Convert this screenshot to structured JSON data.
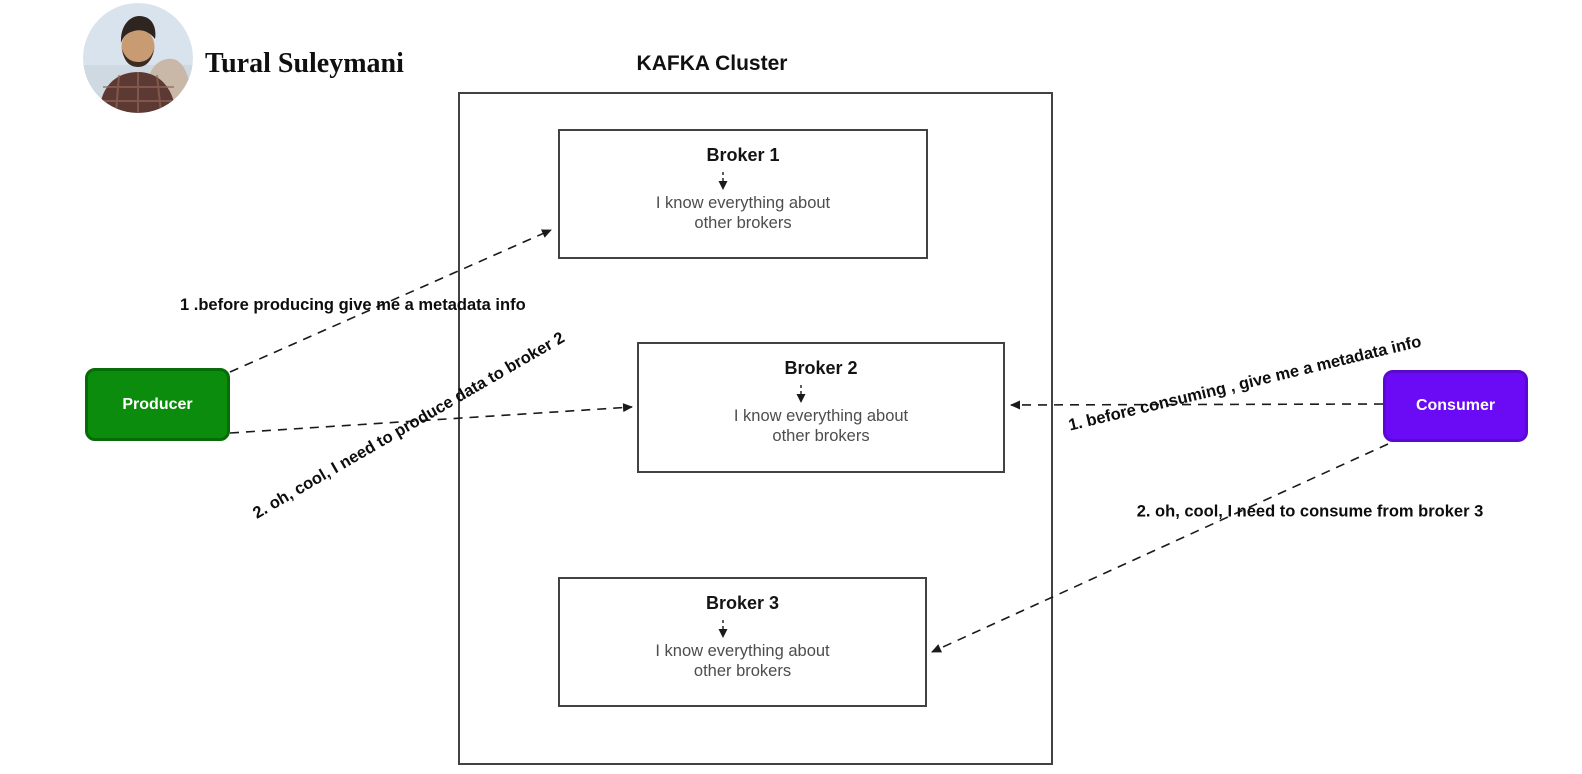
{
  "author": {
    "name": "Tural Suleymani"
  },
  "cluster": {
    "title": "KAFKA Cluster"
  },
  "brokers": [
    {
      "title": "Broker 1",
      "body": "I know everything about\nother brokers"
    },
    {
      "title": "Broker 2",
      "body": "I know everything about\nother brokers"
    },
    {
      "title": "Broker 3",
      "body": "I know everything about\nother brokers"
    }
  ],
  "producer": {
    "label": "Producer",
    "fill": "#0c8c0c",
    "border_color": "#076b07"
  },
  "consumer": {
    "label": "Consumer",
    "fill": "#6b0bf5",
    "border_color": "#5a09cf"
  },
  "arrow_labels": {
    "producer_metadata": "1 .before producing give me a metadata info",
    "producer_produce": "2. oh, cool, I need to produce data to broker 2",
    "consumer_metadata": "1. before consuming , give me a metadata info",
    "consumer_consume": "2. oh, cool, I need to consume from broker 3"
  },
  "icons": {
    "broker_internal_arrow": "dashed-down-arrow",
    "connector_style": "dashed-arrow"
  },
  "colors": {
    "line": "#1a1a1a",
    "box_border": "#424242",
    "body_text": "#4d4d4d"
  }
}
